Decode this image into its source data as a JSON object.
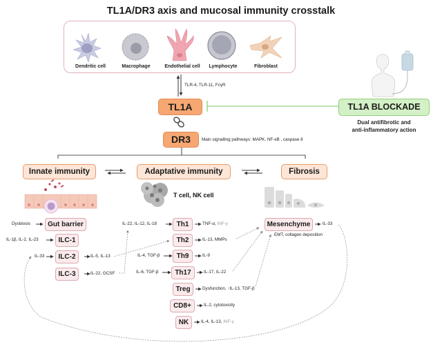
{
  "title": "TL1A/DR3 axis and mucosal immunity crosstalk",
  "cell_types": [
    "Dendritic cell",
    "Macrophage",
    "Endothelial cell",
    "Lymphocyte",
    "Fibroblast"
  ],
  "receptors_label": "TLR-4, TLR-11, FcγR",
  "tl1a_label": "TL1A",
  "dr3_label": "DR3",
  "signalling_label": "Main signalling pathways: MAPK, NF-κB , caspase 8",
  "blockade": {
    "label": "TL1A BLOCKADE",
    "desc_line1": "Dual antifibrotic and",
    "desc_line2": "anti-inflammatory action"
  },
  "branches": {
    "innate": "Innate immunity",
    "adaptive": "Adaptative immunity",
    "fibrosis": "Fibrosis"
  },
  "tcell_label": "T cell, NK cell",
  "innate": {
    "gut_barrier": {
      "input": "Dysbiosis",
      "label": "Gut barrier"
    },
    "ilc1": {
      "input": "IL-1β, IL-2, IL-23",
      "label": "ILC-1"
    },
    "ilc2": {
      "input": "IL-33",
      "label": "ILC-2",
      "output": "IL-5, IL-13"
    },
    "ilc3": {
      "label": "ILC-3",
      "output": "IL-22, GCSF"
    }
  },
  "adaptive": {
    "th1": {
      "input": "IL-22, IL-12, IL-18",
      "label": "Th1",
      "output": "TNF-α,",
      "output_grey": "INF-γ"
    },
    "th2": {
      "label": "Th2",
      "output": "IL-13, MMPs"
    },
    "th9": {
      "input": "IL-4, TGF-β",
      "label": "Th9",
      "output": "IL-9"
    },
    "th17": {
      "input": "IL-6, TGF-β",
      "label": "Th17",
      "output": "IL-17, IL-22"
    },
    "treg": {
      "label": "Treg",
      "output": "Dysfunction, ↑IL-13, TGF-β"
    },
    "cd8": {
      "label": "CD8+",
      "output": "IL-2, cytotoxicity"
    },
    "nk": {
      "label": "NK",
      "output": "IL-4, IL-13,",
      "output_grey": "INF-γ"
    }
  },
  "fibrosis": {
    "mesenchyme": {
      "label": "Mesenchyme",
      "output": "IL-33",
      "note": "EMT, collagen deposition"
    }
  }
}
